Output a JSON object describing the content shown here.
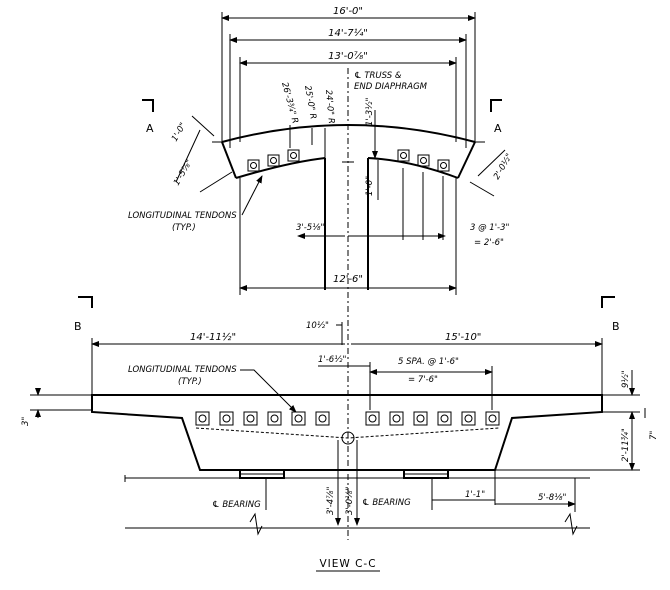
{
  "upper": {
    "dims": {
      "w16": "16'-0\"",
      "w14": "14'-7¼\"",
      "w13": "13'-0⁷⁄₈\"",
      "r26": "26'-3¾\" R",
      "r25": "25'-0\" R",
      "r24": "24'-0\" R",
      "truss1": "℄ TRUSS &",
      "truss2": "END DIAPHRAGM",
      "d1_3": "1'-3½\"",
      "d1_0a": "1'-0\"",
      "d1_5": "1'-5⅞\"",
      "d2_0": "2'-0½\"",
      "d1_0b": "1'-0\"",
      "d3_5": "3'-5⅛\"",
      "spa1": "3 @ 1'-3\"",
      "spa2": "= 2'-6\"",
      "d12_6": "12'-6\""
    },
    "tendons1": "LONGITUDINAL TENDONS",
    "tendons2": "(TYP.)"
  },
  "sections": {
    "a_left": "A",
    "a_right": "A",
    "b_left": "B",
    "b_right": "B"
  },
  "lower": {
    "dims": {
      "l14": "14'-11½\"",
      "r15": "15'-10\"",
      "d10": "10½\"",
      "d1_6": "1'-6½\"",
      "spa1": "5 SPA. @ 1'-6\"",
      "spa2": "= 7'-6\"",
      "d9": "9½\"",
      "d3": "3\"",
      "d2_11": "2'-11¾\"",
      "d7": "7\"",
      "d3_4": "3'-4⅞\"",
      "d3_0": "3'-0⅛\"",
      "d1_1": "1'-1\"",
      "d5_8": "5'-8⅛\""
    },
    "tendons1": "LONGITUDINAL TENDONS",
    "tendons2": "(TYP.)",
    "bearing_left": "℄ BEARING",
    "bearing_right": "℄ BEARING"
  },
  "view_title": "VIEW  C-C"
}
